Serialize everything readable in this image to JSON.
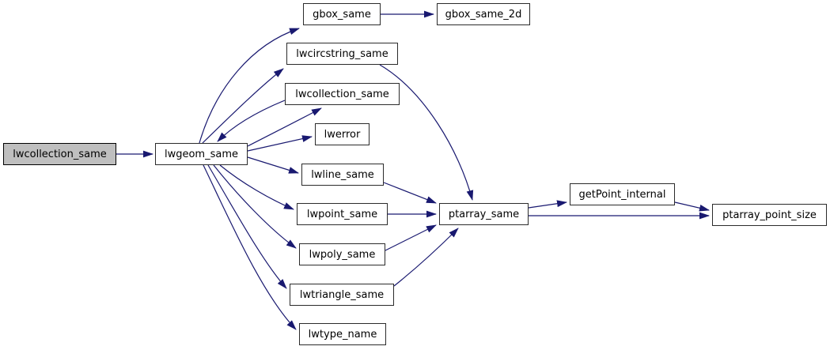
{
  "diagram": {
    "type": "call-graph",
    "colors": {
      "edge": "#191970",
      "node_fill": "#ffffff",
      "node_border": "#2b2b2b",
      "highlight_fill": "#bfbfbf",
      "background": "#ffffff",
      "text": "#000000"
    },
    "nodes": [
      {
        "id": "lwcollection_same_root",
        "label": "lwcollection_same",
        "highlighted": true
      },
      {
        "id": "lwgeom_same",
        "label": "lwgeom_same",
        "highlighted": false
      },
      {
        "id": "gbox_same",
        "label": "gbox_same",
        "highlighted": false
      },
      {
        "id": "gbox_same_2d",
        "label": "gbox_same_2d",
        "highlighted": false
      },
      {
        "id": "lwcircstring_same",
        "label": "lwcircstring_same",
        "highlighted": false
      },
      {
        "id": "lwcollection_same",
        "label": "lwcollection_same",
        "highlighted": false
      },
      {
        "id": "lwerror",
        "label": "lwerror",
        "highlighted": false
      },
      {
        "id": "lwline_same",
        "label": "lwline_same",
        "highlighted": false
      },
      {
        "id": "lwpoint_same",
        "label": "lwpoint_same",
        "highlighted": false
      },
      {
        "id": "lwpoly_same",
        "label": "lwpoly_same",
        "highlighted": false
      },
      {
        "id": "lwtriangle_same",
        "label": "lwtriangle_same",
        "highlighted": false
      },
      {
        "id": "lwtype_name",
        "label": "lwtype_name",
        "highlighted": false
      },
      {
        "id": "ptarray_same",
        "label": "ptarray_same",
        "highlighted": false
      },
      {
        "id": "getPoint_internal",
        "label": "getPoint_internal",
        "highlighted": false
      },
      {
        "id": "ptarray_point_size",
        "label": "ptarray_point_size",
        "highlighted": false
      }
    ],
    "edges": [
      {
        "from": "lwcollection_same_root",
        "to": "lwgeom_same"
      },
      {
        "from": "lwgeom_same",
        "to": "gbox_same"
      },
      {
        "from": "gbox_same",
        "to": "gbox_same_2d"
      },
      {
        "from": "lwgeom_same",
        "to": "lwcircstring_same"
      },
      {
        "from": "lwgeom_same",
        "to": "lwcollection_same"
      },
      {
        "from": "lwcollection_same",
        "to": "lwgeom_same"
      },
      {
        "from": "lwgeom_same",
        "to": "lwerror"
      },
      {
        "from": "lwgeom_same",
        "to": "lwline_same"
      },
      {
        "from": "lwgeom_same",
        "to": "lwpoint_same"
      },
      {
        "from": "lwgeom_same",
        "to": "lwpoly_same"
      },
      {
        "from": "lwgeom_same",
        "to": "lwtriangle_same"
      },
      {
        "from": "lwgeom_same",
        "to": "lwtype_name"
      },
      {
        "from": "lwcircstring_same",
        "to": "ptarray_same"
      },
      {
        "from": "lwline_same",
        "to": "ptarray_same"
      },
      {
        "from": "lwpoint_same",
        "to": "ptarray_same"
      },
      {
        "from": "lwpoly_same",
        "to": "ptarray_same"
      },
      {
        "from": "lwtriangle_same",
        "to": "ptarray_same"
      },
      {
        "from": "ptarray_same",
        "to": "getPoint_internal"
      },
      {
        "from": "ptarray_same",
        "to": "ptarray_point_size"
      },
      {
        "from": "getPoint_internal",
        "to": "ptarray_point_size"
      }
    ]
  }
}
